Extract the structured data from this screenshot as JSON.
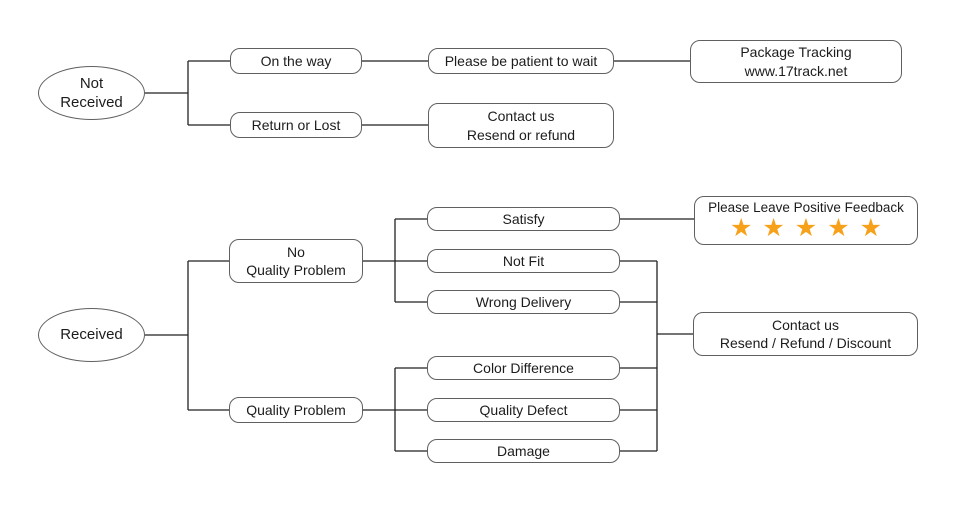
{
  "colors": {
    "background": "#ffffff",
    "connector_line": "#222222",
    "node_border": "#606060",
    "node_background": "#ffffff",
    "text": "#1c1c1c",
    "star": "#f7a11a"
  },
  "nodes": {
    "not_received": {
      "line1": "Not",
      "line2": "Received"
    },
    "on_the_way": {
      "label": "On the way"
    },
    "please_be_patient": {
      "label": "Please be patient to wait"
    },
    "package_tracking": {
      "line1": "Package Tracking",
      "line2": "www.17track.net"
    },
    "return_or_lost": {
      "label": "Return or Lost"
    },
    "contact_resend_refund": {
      "line1": "Contact us",
      "line2": "Resend or refund"
    },
    "received": {
      "label": "Received"
    },
    "no_quality_problem": {
      "line1": "No",
      "line2": "Quality Problem"
    },
    "quality_problem": {
      "label": "Quality Problem"
    },
    "satisfy": {
      "label": "Satisfy"
    },
    "not_fit": {
      "label": "Not Fit"
    },
    "wrong_delivery": {
      "label": "Wrong Delivery"
    },
    "color_difference": {
      "label": "Color Difference"
    },
    "quality_defect": {
      "label": "Quality Defect"
    },
    "damage": {
      "label": "Damage"
    },
    "positive_feedback": {
      "label": "Please Leave Positive Feedback",
      "stars": "★★★★★",
      "star_count": 5
    },
    "contact_resend_refund_discount": {
      "line1": "Contact us",
      "line2": "Resend / Refund / Discount"
    }
  },
  "edges": [
    {
      "from": "Not Received",
      "to": "On the way"
    },
    {
      "from": "Not Received",
      "to": "Return or Lost"
    },
    {
      "from": "On the way",
      "to": "Please be patient to wait"
    },
    {
      "from": "Please be patient to wait",
      "to": "Package Tracking www.17track.net"
    },
    {
      "from": "Return or Lost",
      "to": "Contact us Resend or refund"
    },
    {
      "from": "Received",
      "to": "No Quality Problem"
    },
    {
      "from": "Received",
      "to": "Quality Problem"
    },
    {
      "from": "No Quality Problem",
      "to": "Satisfy"
    },
    {
      "from": "No Quality Problem",
      "to": "Not Fit"
    },
    {
      "from": "No Quality Problem",
      "to": "Wrong Delivery"
    },
    {
      "from": "Quality Problem",
      "to": "Color Difference"
    },
    {
      "from": "Quality Problem",
      "to": "Quality Defect"
    },
    {
      "from": "Quality Problem",
      "to": "Damage"
    },
    {
      "from": "Satisfy",
      "to": "Please Leave Positive Feedback"
    },
    {
      "from": "Not Fit",
      "to": "Contact us Resend / Refund / Discount"
    },
    {
      "from": "Wrong Delivery",
      "to": "Contact us Resend / Refund / Discount"
    },
    {
      "from": "Color Difference",
      "to": "Contact us Resend / Refund / Discount"
    },
    {
      "from": "Quality Defect",
      "to": "Contact us Resend / Refund / Discount"
    },
    {
      "from": "Damage",
      "to": "Contact us Resend / Refund / Discount"
    }
  ]
}
